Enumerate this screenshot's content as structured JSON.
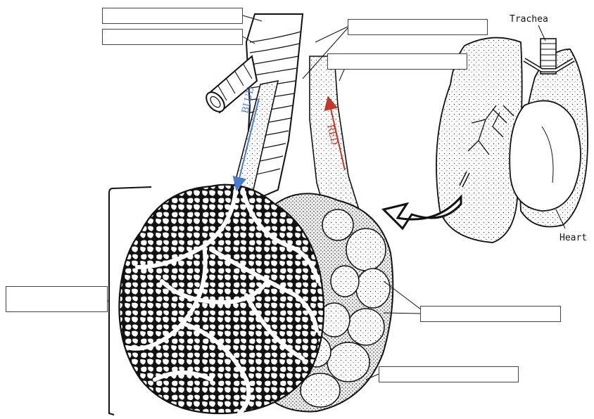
{
  "labels": {
    "trachea": "Trachea",
    "heart": "Heart",
    "blue_flow": "BLUE",
    "red_flow": "RED"
  },
  "colors": {
    "blue_arrow": "#4a7bd0",
    "red_arrow": "#c0392b",
    "ink": "#111111"
  },
  "answer_boxes": [
    "",
    "",
    "",
    "",
    "",
    "",
    "",
    ""
  ]
}
